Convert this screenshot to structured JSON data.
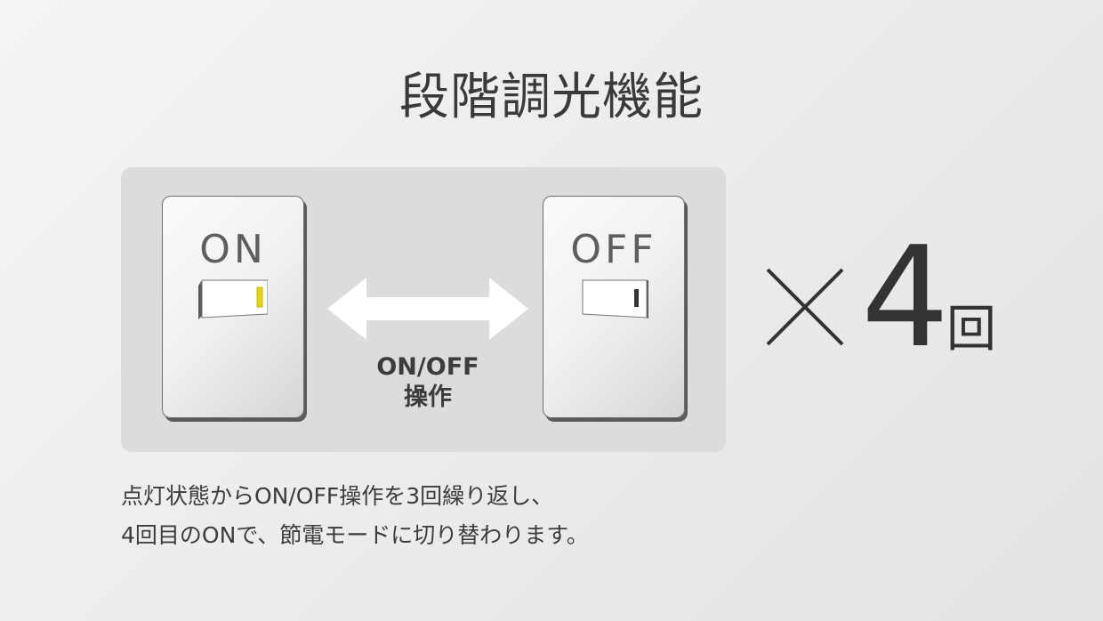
{
  "title": "段階調光機能",
  "switches": {
    "on_label": "ON",
    "off_label": "OFF"
  },
  "arrow_caption": {
    "line1": "ON/OFF",
    "line2": "操作"
  },
  "repeat": {
    "count": "4",
    "unit": "回"
  },
  "description": {
    "line1": "点灯状態からON/OFF操作を3回繰り返し、",
    "line2": "4回目のONで、節電モードに切り替わります。"
  },
  "colors": {
    "on_indicator": "#e8d800",
    "off_indicator": "#333333",
    "panel": "#dcdcdc",
    "arrow": "#ffffff"
  }
}
